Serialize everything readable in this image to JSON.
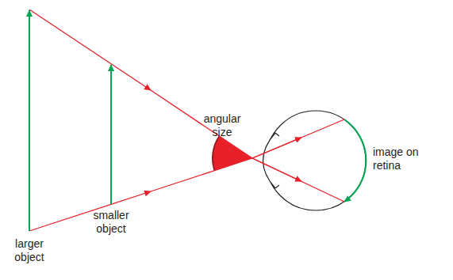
{
  "diagram": {
    "labels": [
      "angular size",
      "image on retina",
      "smaller object",
      "larger object"
    ]
  }
}
